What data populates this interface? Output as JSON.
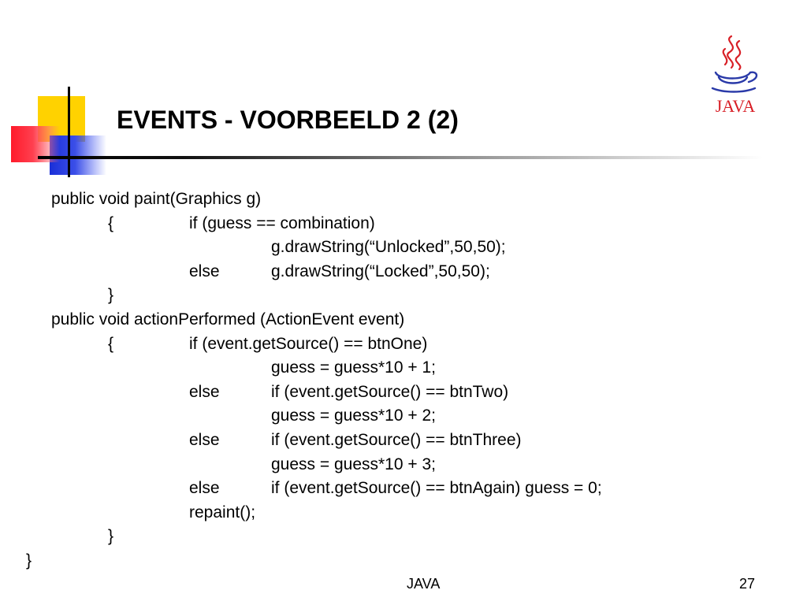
{
  "slide": {
    "title": "EVENTS - VOORBEELD 2 (2)",
    "footer_center": "JAVA",
    "page_number": "27"
  },
  "logo": {
    "icon": "java-coffee-cup-icon",
    "text": "JAVA"
  },
  "code": [
    {
      "cols": {
        "a": "public void paint(Graphics g)"
      }
    },
    {
      "cols": {
        "b": "{",
        "c": "if (guess == combination)"
      }
    },
    {
      "cols": {
        "d": "g.drawString(“Unlocked”,50,50);"
      }
    },
    {
      "cols": {
        "c": "else",
        "d": "g.drawString(“Locked”,50,50);"
      }
    },
    {
      "cols": {
        "b": "}"
      }
    },
    {
      "cols": {
        "a": "public void actionPerformed (ActionEvent event)"
      }
    },
    {
      "cols": {
        "b": "{",
        "c": "if (event.getSource() == btnOne)"
      }
    },
    {
      "cols": {
        "d": "guess = guess*10 + 1;"
      }
    },
    {
      "cols": {
        "c": "else",
        "d": "if (event.getSource() == btnTwo)"
      }
    },
    {
      "cols": {
        "d": "guess = guess*10 + 2;"
      }
    },
    {
      "cols": {
        "c": "else",
        "d": "if (event.getSource() == btnThree)"
      }
    },
    {
      "cols": {
        "d": "guess = guess*10 + 3;"
      }
    },
    {
      "cols": {
        "c": "else",
        "d": "if (event.getSource() == btnAgain) guess = 0;"
      }
    },
    {
      "cols": {
        "c": "repaint();"
      }
    },
    {
      "cols": {
        "b": "}"
      }
    },
    {
      "cols": {
        "z": "}"
      }
    }
  ]
}
